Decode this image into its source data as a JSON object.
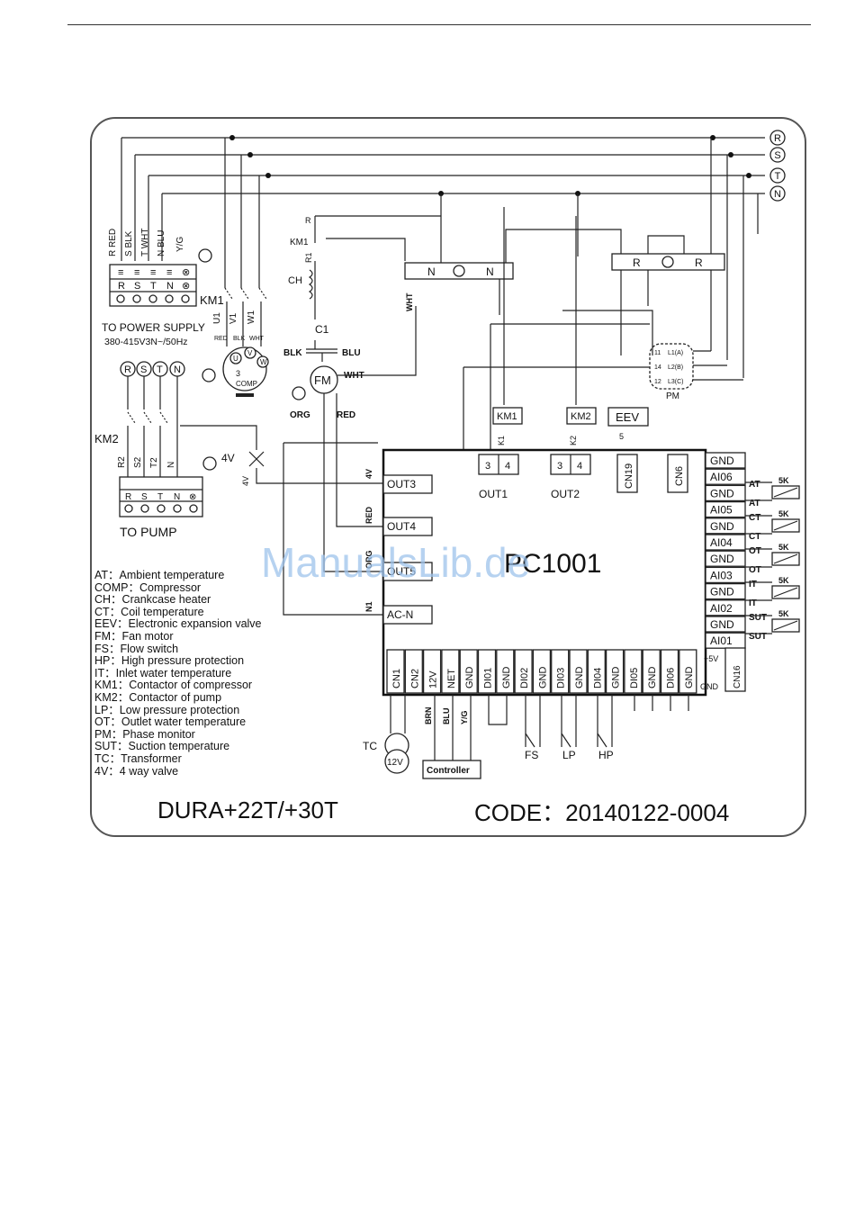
{
  "diagram": {
    "phase_terminals": [
      "R",
      "S",
      "T",
      "N"
    ],
    "supply_wires": [
      "R RED",
      "S BLK",
      "T WHT",
      "N BLU",
      "Y/G"
    ],
    "supply_block_top": [
      "≡",
      "≡",
      "≡",
      "≡",
      "⊗"
    ],
    "supply_block_mid": [
      "R",
      "S",
      "T",
      "N",
      "⊗"
    ],
    "to_power_supply": "TO POWER SUPPLY",
    "supply_spec": "380-415V3N~/50Hz",
    "km1": "KM1",
    "km2": "KM2",
    "u1v1w1": [
      "U1",
      "V1",
      "W1"
    ],
    "comp_colors": [
      "RED",
      "BLK",
      "WHT"
    ],
    "comp_terminals": [
      "U",
      "V",
      "W"
    ],
    "comp_label": "COMP",
    "comp_num": "3",
    "ch": "CH",
    "r1": "R1",
    "c1": "C1",
    "fm": "FM",
    "fm_wires": [
      "BLK",
      "BLU",
      "WHT"
    ],
    "org": "ORG",
    "red": "RED",
    "wht": "WHT",
    "pump_terminals": [
      "R",
      "S",
      "T",
      "N"
    ],
    "pump_wires": [
      "R2",
      "S2",
      "T2",
      "N"
    ],
    "pump_block_mid": [
      "R",
      "S",
      "T",
      "N",
      "⊗"
    ],
    "to_pump": "TO PUMP",
    "fourv": "4V",
    "pm": "PM",
    "pm_labels": [
      "L1(A)",
      "L2(B)",
      "L3(C)"
    ],
    "pm_pins": [
      "11",
      "14",
      "12"
    ],
    "km1_box": "KM1",
    "km2_box": "KM2",
    "eev": "EEV",
    "eev_num": "5",
    "board_name": "PC1001",
    "out1": "OUT1",
    "out2": "OUT2",
    "outputs": [
      "OUT3",
      "OUT4",
      "OUT5",
      "AC-N"
    ],
    "output_wires": [
      "4V",
      "RED",
      "ORG",
      "N1"
    ],
    "cn19": "CN19",
    "cn6": "CN6",
    "cn16": "CN16",
    "right_pins": [
      "GND",
      "AI06",
      "GND",
      "AI05",
      "GND",
      "AI04",
      "GND",
      "AI03",
      "GND",
      "AI02",
      "GND",
      "AI01"
    ],
    "sensors": [
      "AT",
      "CT",
      "OT",
      "IT",
      "SUT"
    ],
    "sensor_value": "5K",
    "bottom_pins": [
      "CN1",
      "CN2",
      "12V",
      "NET",
      "GND",
      "DI01",
      "GND",
      "DI02",
      "GND",
      "DI03",
      "GND",
      "DI04",
      "GND",
      "DI05",
      "GND",
      "DI06",
      "GND"
    ],
    "plus5v": "+5V",
    "gnd": "GND",
    "switches": [
      "FS",
      "LP",
      "HP"
    ],
    "tc": "TC",
    "twelve_v": "12V",
    "controller": "Controller",
    "controller_wires": [
      "BRN",
      "BLU",
      "Y/G"
    ],
    "relay_n": "N",
    "relay_r": "R",
    "out_pins": [
      "3",
      "4"
    ],
    "ks": [
      "K1",
      "K2"
    ]
  },
  "legend": [
    "AT：Ambient temperature",
    "COMP：Compressor",
    "CH：Crankcase heater",
    "CT：Coil temperature",
    "EEV：Electronic expansion valve",
    "FM：Fan motor",
    "FS：Flow switch",
    "HP：High pressure protection",
    "IT：Inlet water temperature",
    "KM1：Contactor of compressor",
    "KM2：Contactor of pump",
    "LP：Low pressure protection",
    "OT：Outlet water temperature",
    "PM：Phase monitor",
    "SUT：Suction temperature",
    "TC：Transformer",
    "4V：4 way valve"
  ],
  "footer": {
    "model": "DURA+22T/+30T",
    "code": "CODE：20140122-0004"
  },
  "watermark": "ManualsLib.de"
}
